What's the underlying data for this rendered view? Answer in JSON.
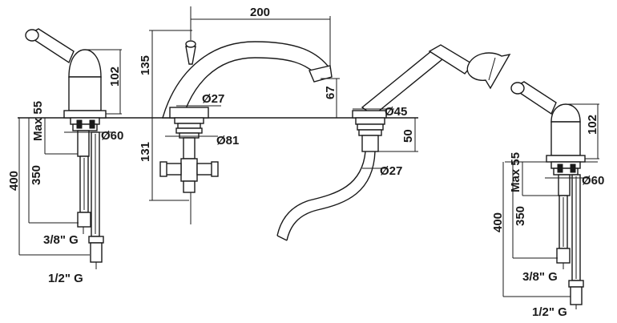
{
  "dimensions": {
    "left_valve": {
      "height_102": "102",
      "max_55": "Max 55",
      "dia_60": "Ø60",
      "len_400": "400",
      "len_350": "350",
      "thread_3_8": "3/8\" G",
      "thread_1_2": "1/2\" G"
    },
    "spout": {
      "reach_200": "200",
      "height_135": "135",
      "outlet_67": "67",
      "dia_27": "Ø27",
      "dia_81": "Ø81",
      "below_131": "131"
    },
    "handshower": {
      "dia_45": "Ø45",
      "depth_50": "50",
      "dia_27": "Ø27"
    },
    "right_valve": {
      "height_102": "102",
      "max_55": "Max 55",
      "dia_60": "Ø60",
      "len_400": "400",
      "len_350": "350",
      "thread_3_8": "3/8\" G",
      "thread_1_2": "1/2\" G"
    }
  }
}
